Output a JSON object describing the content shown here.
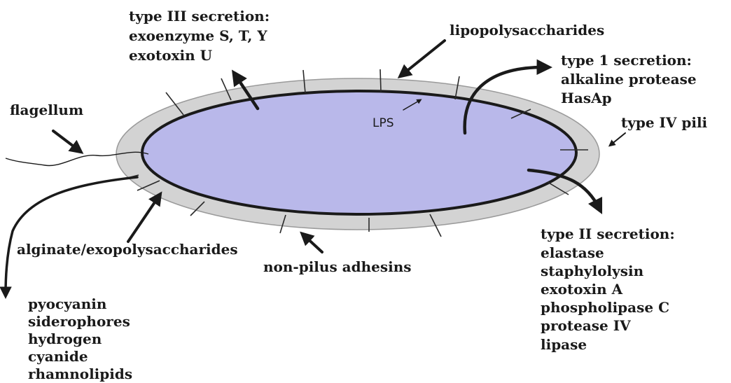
{
  "colors": {
    "background": "#ffffff",
    "cytoplasm": "#b9b8ea",
    "outer_membrane": "#d3d3d3",
    "membrane_stroke": "#1a1a1a"
  },
  "labels": {
    "type3": [
      "type III secretion:",
      "exoenzyme S, T, Y",
      "exotoxin U"
    ],
    "lipopolysaccharides": "lipopolysaccharides",
    "type1": [
      "type 1 secretion:",
      "alkaline protease",
      "HasAp"
    ],
    "lps": "LPS",
    "type4": "type IV pili",
    "flagellum": "flagellum",
    "alginate": "alginate/exopolysaccharides",
    "adhesins": "non-pilus adhesins",
    "type2": [
      "type II secretion:",
      "elastase",
      "staphylolysin",
      "exotoxin A",
      "phospholipase C",
      "protease IV",
      "lipase"
    ],
    "secreted_left": [
      "pyocyanin",
      "siderophores",
      "hydrogen",
      "cyanide",
      "rhamnolipids"
    ]
  }
}
